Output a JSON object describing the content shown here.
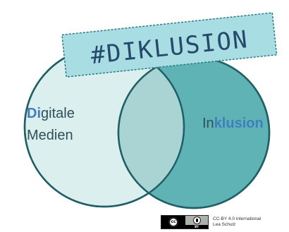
{
  "diagram": {
    "hashtag": "#DIKLUSION",
    "left_circle": {
      "line1_highlight": "Di",
      "line1_rest": "gitale",
      "line2": "Medien"
    },
    "right_circle": {
      "prefix": "In",
      "highlight": "klusion"
    }
  },
  "license": {
    "cc_symbol": "cc",
    "by_label": "BY",
    "line1": "CC-BY 4.0 international",
    "line2": "Lea Schulz"
  },
  "colors": {
    "left_circle_fill": "#dcefef",
    "right_circle_fill": "#5fb3b4",
    "overlap_fill": "#aad3d4",
    "circle_stroke": "#1f5f66",
    "highlight_text": "#3f7ebe",
    "body_text": "#2e4f57",
    "tag_fill": "#a8dde3",
    "tag_text": "#26486a"
  }
}
